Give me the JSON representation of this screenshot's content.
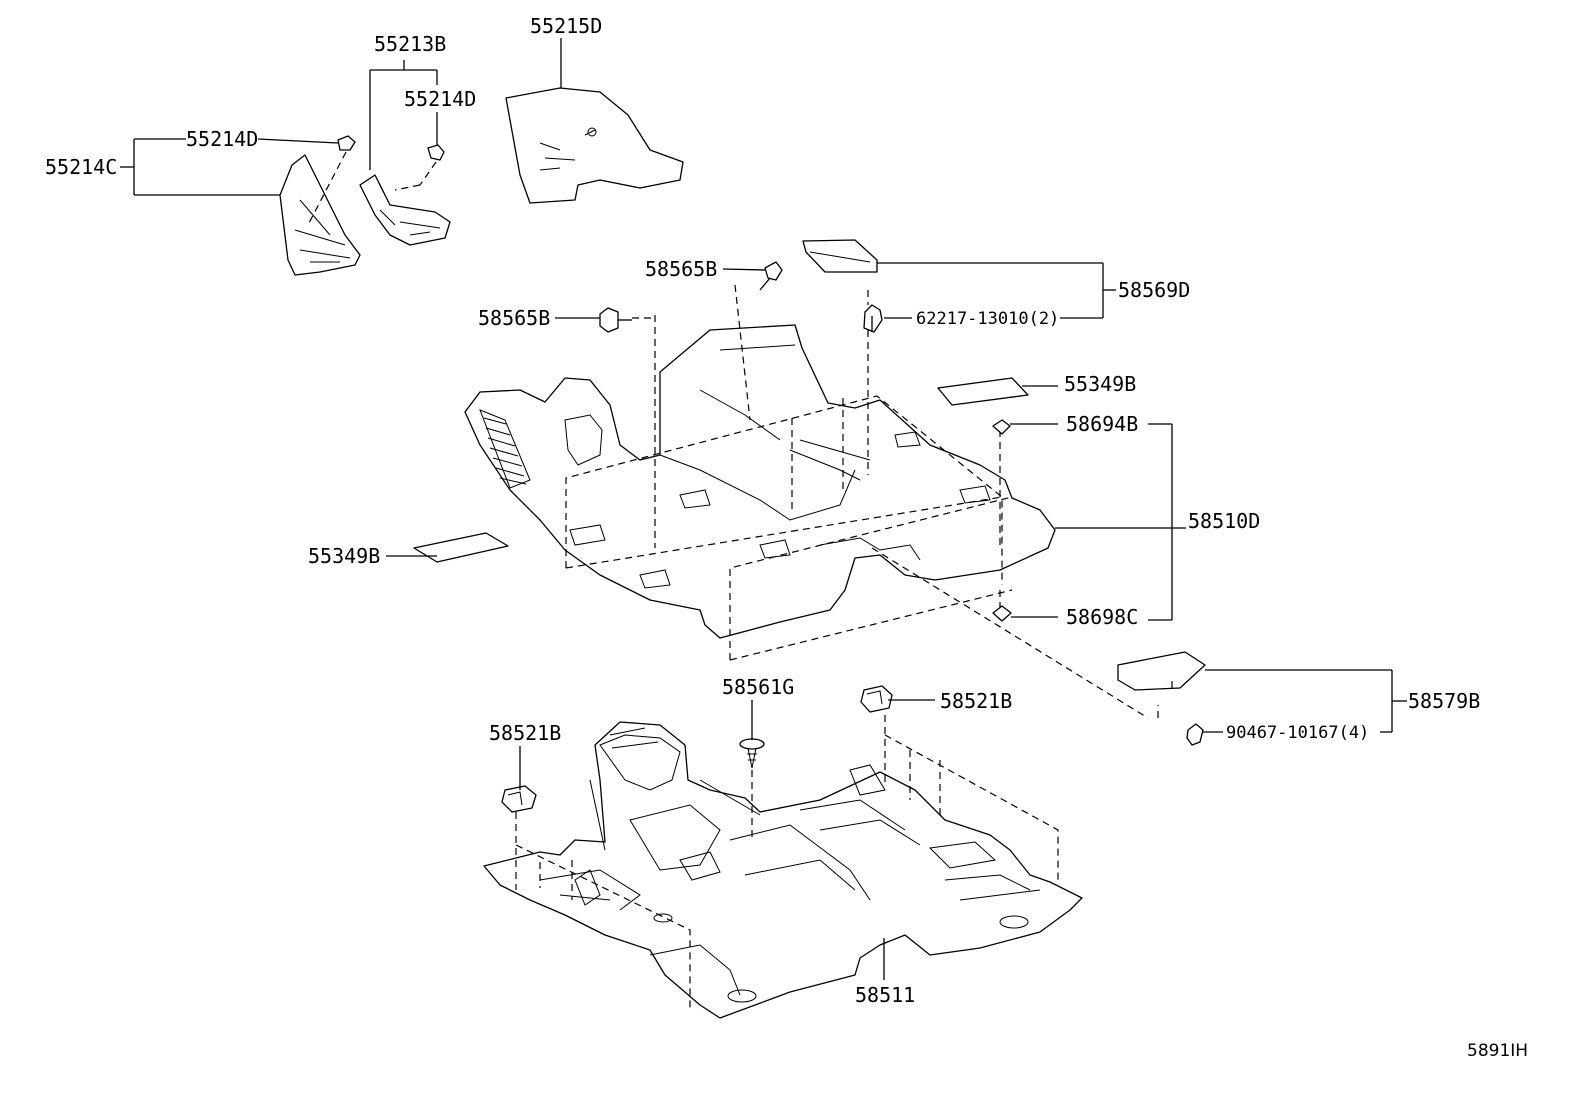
{
  "diagram": {
    "labels": {
      "p55213B": "55213B",
      "p55215D": "55215D",
      "p55214D_top": "55214D",
      "p55214D_left": "55214D",
      "p55214C": "55214C",
      "p58565B_top": "58565B",
      "p58565B_left": "58565B",
      "p58569D": "58569D",
      "p62217": "62217-13010(2)",
      "p55349B_right": "55349B",
      "p58694B": "58694B",
      "p58510D": "58510D",
      "p55349B_left": "55349B",
      "p58698C": "58698C",
      "p58561G": "58561G",
      "p58521B_right": "58521B",
      "p58579B": "58579B",
      "p90467": "90467-10167(4)",
      "p58521B_left": "58521B",
      "p58511": "58511"
    },
    "reference_code": "5891IH"
  }
}
